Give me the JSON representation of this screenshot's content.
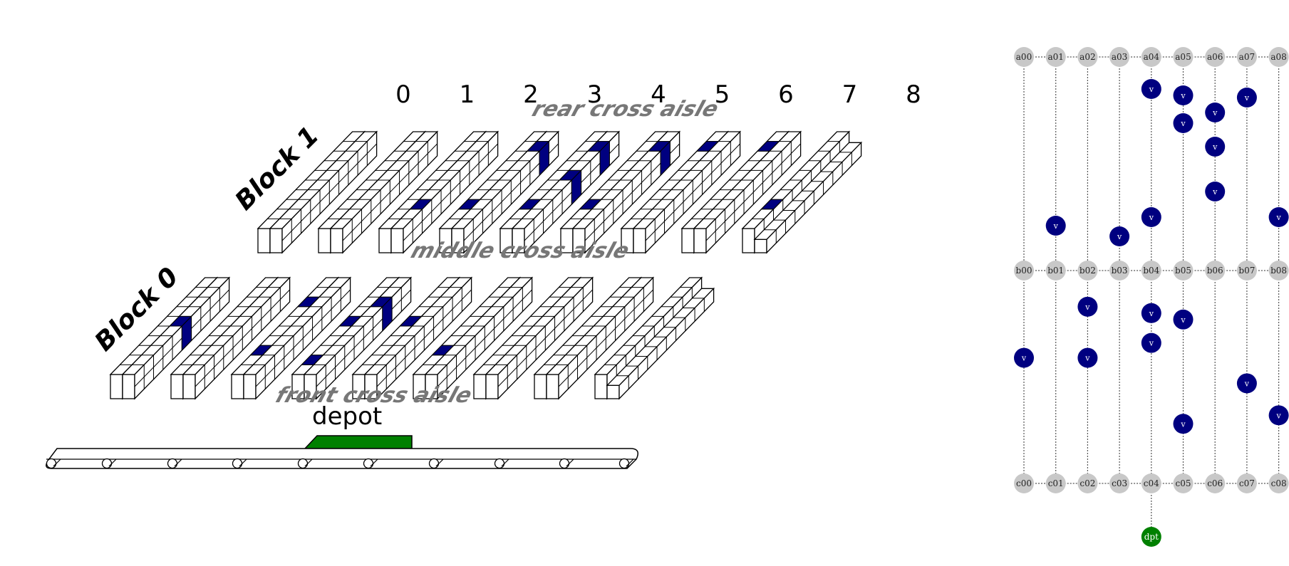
{
  "warehouse": {
    "aisle_numbers": [
      "0",
      "1",
      "2",
      "3",
      "4",
      "5",
      "6",
      "7",
      "8"
    ],
    "block_labels": [
      "Block 0",
      "Block 1"
    ],
    "cross_aisles": {
      "rear": "rear cross aisle",
      "middle": "middle cross aisle",
      "front": "front cross aisle"
    },
    "depot_label": "depot",
    "colors": {
      "pick": "#000080",
      "depot": "#008000",
      "aisle_text": "#777777",
      "outline": "#000000"
    },
    "highlights": {
      "block0": [
        {
          "rack": 1,
          "slot": 5,
          "tall": true
        },
        {
          "rack": 4,
          "slot": 7,
          "tall": true
        },
        {
          "rack": 4,
          "slot": 2,
          "tall": false
        },
        {
          "rack": 6,
          "slot": 5,
          "tall": true
        },
        {
          "rack": 6,
          "slot": 1,
          "tall": true
        },
        {
          "rack": 7,
          "slot": 7,
          "tall": true
        },
        {
          "rack": 8,
          "slot": 5,
          "tall": true
        },
        {
          "rack": 10,
          "slot": 2,
          "tall": false
        }
      ],
      "block1": [
        {
          "rack": 5,
          "slot": 2,
          "tall": false
        },
        {
          "rack": 6,
          "slot": 2,
          "tall": true
        },
        {
          "rack": 7,
          "slot": 8,
          "tall": true
        },
        {
          "rack": 8,
          "slot": 2,
          "tall": false
        },
        {
          "rack": 9,
          "slot": 8,
          "tall": true
        },
        {
          "rack": 9,
          "slot": 5,
          "tall": true
        },
        {
          "rack": 10,
          "slot": 2,
          "tall": true
        },
        {
          "rack": 11,
          "slot": 8,
          "tall": true
        },
        {
          "rack": 12,
          "slot": 8,
          "tall": false
        },
        {
          "rack": 14,
          "slot": 8,
          "tall": false
        },
        {
          "rack": 16,
          "slot": 2,
          "tall": false
        }
      ]
    }
  },
  "graph": {
    "columns": [
      "0",
      "1",
      "2",
      "3",
      "4",
      "5",
      "6",
      "7",
      "8"
    ],
    "row_a": [
      "a00",
      "a01",
      "a02",
      "a03",
      "a04",
      "a05",
      "a06",
      "a07",
      "a08"
    ],
    "row_b": [
      "b00",
      "b01",
      "b02",
      "b03",
      "b04",
      "b05",
      "b06",
      "b07",
      "b08"
    ],
    "row_c": [
      "c00",
      "c01",
      "c02",
      "c03",
      "c04",
      "c05",
      "c06",
      "c07",
      "c08"
    ],
    "vertex_label": "v",
    "depot_label": "dpt",
    "depot_column": 4,
    "colors": {
      "node": "#c8c8c8",
      "pick": "#000080",
      "depot": "#008000"
    },
    "pick_nodes_upper": [
      {
        "col": 1,
        "pos": 0.79
      },
      {
        "col": 3,
        "pos": 0.84
      },
      {
        "col": 4,
        "pos": 0.15
      },
      {
        "col": 4,
        "pos": 0.75
      },
      {
        "col": 5,
        "pos": 0.18
      },
      {
        "col": 5,
        "pos": 0.31
      },
      {
        "col": 6,
        "pos": 0.26
      },
      {
        "col": 6,
        "pos": 0.42
      },
      {
        "col": 6,
        "pos": 0.63
      },
      {
        "col": 7,
        "pos": 0.19
      },
      {
        "col": 8,
        "pos": 0.75
      }
    ],
    "pick_nodes_lower": [
      {
        "col": 0,
        "pos": 0.41
      },
      {
        "col": 2,
        "pos": 0.17
      },
      {
        "col": 2,
        "pos": 0.41
      },
      {
        "col": 4,
        "pos": 0.2
      },
      {
        "col": 4,
        "pos": 0.34
      },
      {
        "col": 5,
        "pos": 0.23
      },
      {
        "col": 5,
        "pos": 0.72
      },
      {
        "col": 7,
        "pos": 0.53
      },
      {
        "col": 8,
        "pos": 0.68
      }
    ]
  }
}
